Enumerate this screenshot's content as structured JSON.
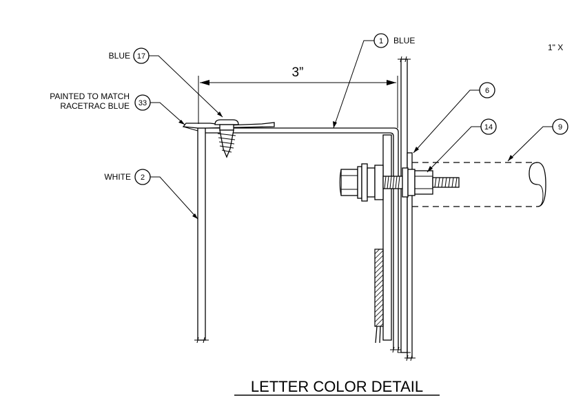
{
  "title": "LETTER COLOR DETAIL",
  "dimension": "3”",
  "corner_note": "1\" X",
  "callouts": [
    {
      "id": "c1",
      "number": "1",
      "text": "BLUE"
    },
    {
      "id": "c17",
      "number": "17",
      "text": "BLUE"
    },
    {
      "id": "c33",
      "number": "33",
      "text_line1": "PAINTED  TO MATCH",
      "text_line2": "RACETRAC BLUE"
    },
    {
      "id": "c2",
      "number": "2",
      "text": "WHITE"
    },
    {
      "id": "c6",
      "number": "6"
    },
    {
      "id": "c14",
      "number": "14"
    },
    {
      "id": "c9",
      "number": "9"
    }
  ]
}
